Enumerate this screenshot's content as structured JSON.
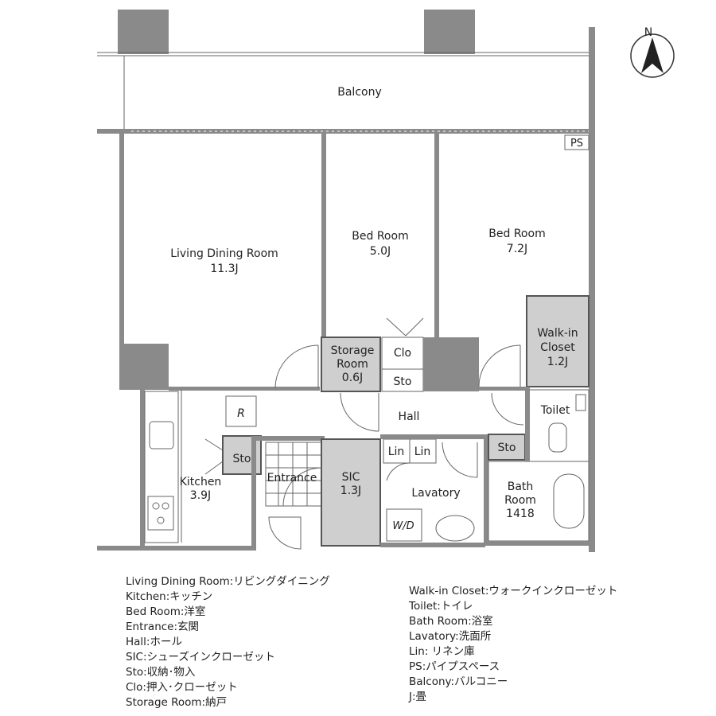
{
  "rooms": {
    "balcony": "Balcony",
    "ps": "PS",
    "living_name": "Living Dining Room",
    "living_size": "11.3J",
    "bed1_name": "Bed Room",
    "bed1_size": "5.0J",
    "bed2_name": "Bed Room",
    "bed2_size": "7.2J",
    "walkin_line1": "Walk-in",
    "walkin_line2": "Closet",
    "walkin_size": "1.2J",
    "storage_line1": "Storage",
    "storage_line2": "Room",
    "storage_size": "0.6J",
    "clo": "Clo",
    "sto_mid": "Sto",
    "hall": "Hall",
    "toilet": "Toilet",
    "fridge": "R",
    "sto_kitchen": "Sto",
    "sto_right": "Sto",
    "kitchen_name": "Kitchen",
    "kitchen_size": "3.9J",
    "entrance": "Entrance",
    "sic_name": "SIC",
    "sic_size": "1.3J",
    "lin1": "Lin",
    "lin2": "Lin",
    "lavatory": "Lavatory",
    "wd": "W/D",
    "bath_line1": "Bath",
    "bath_line2": "Room",
    "bath_size": "1418"
  },
  "compass": {
    "north": "N"
  },
  "legend_left": [
    "Living Dining Room:リビングダイニング",
    "Kitchen:キッチン",
    "Bed Room:洋室",
    "Entrance:玄関",
    "Hall:ホール",
    "SIC:シューズインクローゼット",
    "Sto:収納･物入",
    "Clo:押入･クローゼット",
    "Storage Room:納戸"
  ],
  "legend_right": [
    "Walk-in Closet:ウォークインクローゼット",
    "Toilet:トイレ",
    "Bath Room:浴室",
    "Lavatory:洗面所",
    "Lin: リネン庫",
    "PS:パイプスペース",
    "Balcony:バルコニー",
    "J:畳"
  ]
}
